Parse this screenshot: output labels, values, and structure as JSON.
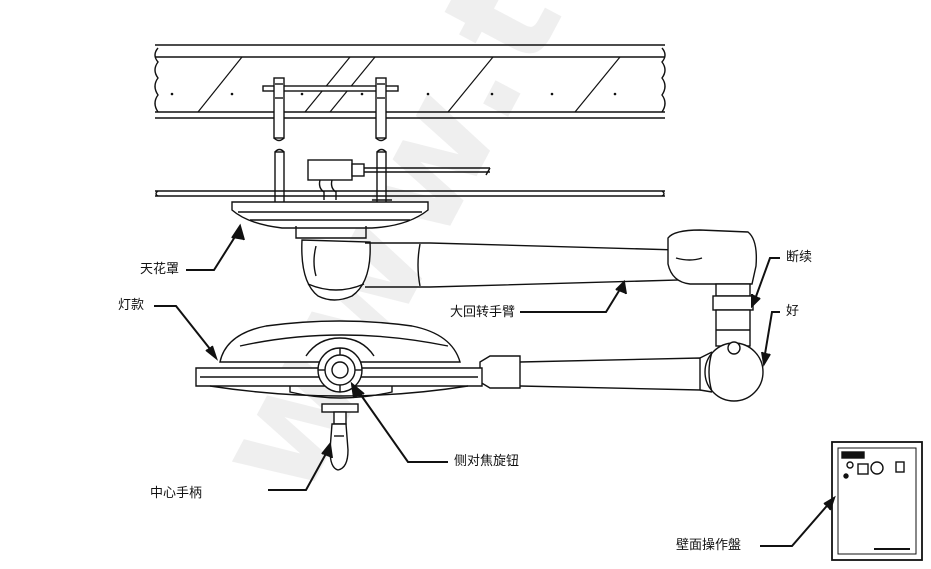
{
  "labels": {
    "ceiling_cover": "天花罩",
    "lamp_model": "灯款",
    "large_swivel_arm": "大回转手臂",
    "broken": "断续",
    "good": "好",
    "side_focus_knob": "侧对焦旋钮",
    "center_handle": "中心手柄",
    "wall_panel": "壁面操作盤"
  },
  "watermark": "www.tra",
  "colors": {
    "line": "#111111",
    "fill": "#ffffff",
    "shade": "#e6e6e6"
  }
}
